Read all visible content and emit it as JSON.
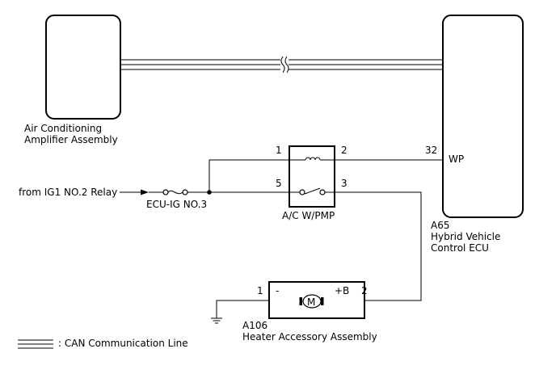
{
  "components": {
    "amplifier": {
      "label_line1": "Air Conditioning",
      "label_line2": "Amplifier Assembly"
    },
    "ecu": {
      "code": "A65",
      "label_line1": "Hybrid Vehicle",
      "label_line2": "Control ECU",
      "pin_number": "32",
      "pin_name": "WP"
    },
    "relay": {
      "label": "A/C W/PMP",
      "pins": [
        "1",
        "2",
        "5",
        "3"
      ]
    },
    "fuse": {
      "label": "ECU-IG NO.3"
    },
    "source": {
      "label": "from IG1 NO.2 Relay"
    },
    "heater": {
      "code": "A106",
      "label": "Heater Accessory Assembly",
      "pin_left": "1",
      "pin_right": "2",
      "term_neg": "-",
      "term_pos": "+B",
      "motor": "M"
    }
  },
  "legend": {
    "text": ": CAN Communication Line"
  }
}
